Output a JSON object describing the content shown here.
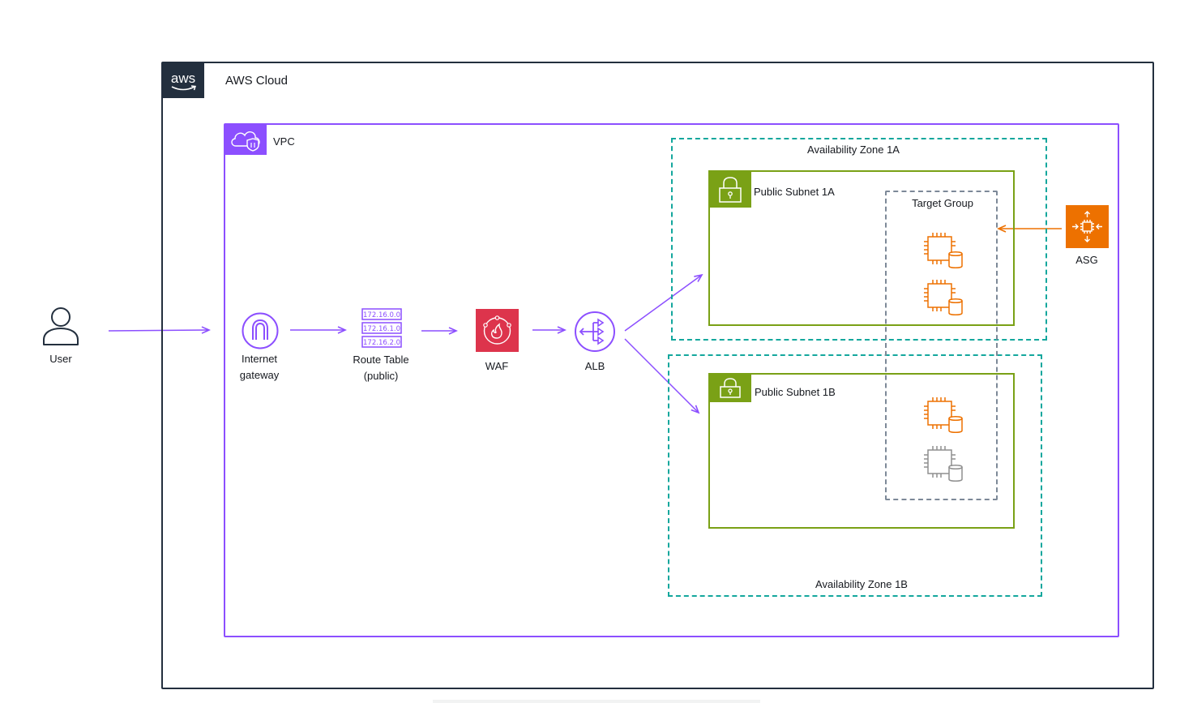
{
  "labels": {
    "user": "User",
    "aws_cloud": "AWS Cloud",
    "aws_logo": "aws",
    "vpc": "VPC",
    "internet_gateway_line1": "Internet",
    "internet_gateway_line2": "gateway",
    "route_table_line1": "Route Table",
    "route_table_line2": "(public)",
    "waf": "WAF",
    "alb": "ALB",
    "az_1a": "Availability Zone 1A",
    "az_1b": "Availability Zone 1B",
    "subnet_1a": "Public Subnet 1A",
    "subnet_1b": "Public Subnet 1B",
    "target_group": "Target Group",
    "asg": "ASG"
  },
  "route_table_entries": [
    "172.16.0.0",
    "172.16.1.0",
    "172.16.2.0"
  ],
  "instances": [
    {
      "subnet": "Public Subnet 1A",
      "state": "active"
    },
    {
      "subnet": "Public Subnet 1A",
      "state": "active"
    },
    {
      "subnet": "Public Subnet 1B",
      "state": "active"
    },
    {
      "subnet": "Public Subnet 1B",
      "state": "inactive"
    }
  ],
  "colors": {
    "aws_dark": "#232f3e",
    "vpc_purple": "#8c4fff",
    "az_teal": "#14a79d",
    "subnet_green": "#7aa116",
    "ec2_orange": "#ed7100",
    "waf_red": "#dd344c",
    "inactive_gray": "#8f8f8f",
    "target_group_gray": "#7d8998"
  },
  "icons": {
    "user": "user-icon",
    "aws": "aws-logo-icon",
    "vpc": "vpc-cloud-icon",
    "igw": "internet-gateway-icon",
    "route_table": "route-table-icon",
    "waf": "waf-firewall-icon",
    "alb": "load-balancer-icon",
    "subnet": "padlock-icon",
    "ec2": "ec2-instance-icon",
    "asg": "auto-scaling-icon"
  }
}
